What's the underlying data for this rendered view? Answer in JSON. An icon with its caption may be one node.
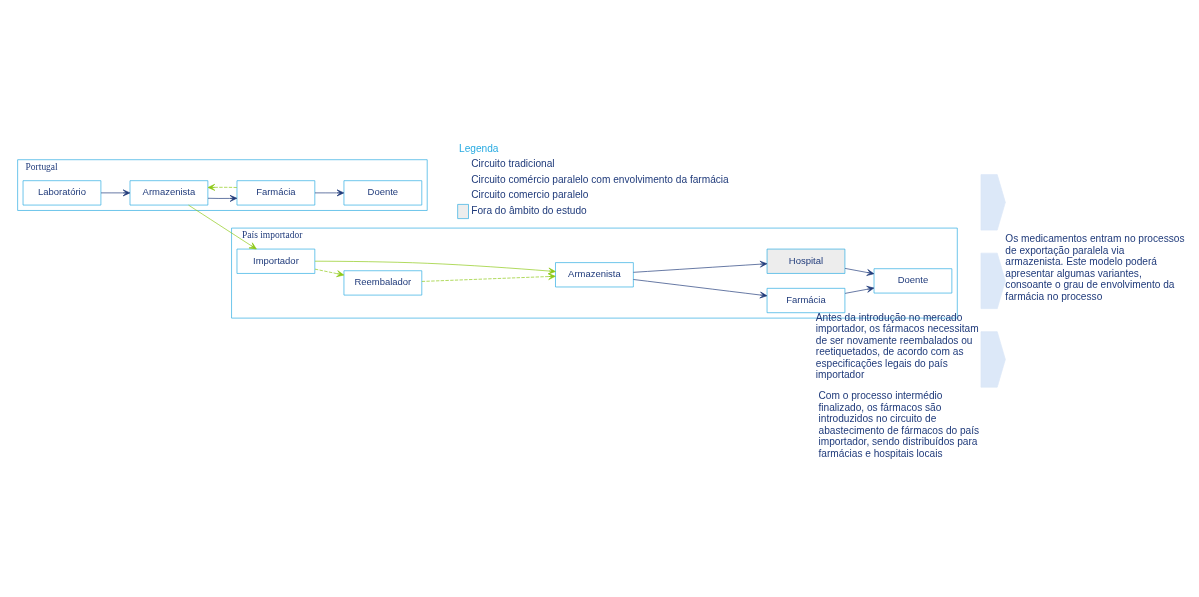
{
  "diagram": {
    "nodes": [
      {
        "text": [
          "Portugal"
        ]
      },
      {
        "text": [
          "Laboratório"
        ],
        "in": 0
      },
      {
        "text": [
          "Armazenista"
        ],
        "in": 0
      },
      {
        "text": [
          "Farmácia"
        ],
        "in": 0
      },
      {
        "text": [
          "Doente"
        ],
        "in": 0
      },
      {
        "text": [
          "País importador"
        ]
      },
      {
        "text": [
          "Importador"
        ],
        "in": 5
      },
      {
        "text": [
          "Reembalador"
        ],
        "in": 5
      },
      {
        "text": [
          "Armazenista"
        ],
        "in": 5
      },
      {
        "text": [
          "Farmácia"
        ],
        "in": 5
      },
      {
        "text": [
          "Hospital"
        ],
        "in": 5
      },
      {
        "text": [
          "Doente"
        ],
        "in": 5
      },
      {
        "text": [],
        "shape": "chevron",
        "beside": [
          "Os medicamentos entram no processos de exportação paralela via armazenista. Este modelo poderá apresentar algumas variantes, consoante o grau de envolvimento da farmácia no processo"
        ]
      },
      {
        "text": [],
        "shape": "chevron",
        "beside": [
          "Antes da introdução no mercado importador, os fármacos necessitam de ser novamente reembalados ou reetiquetados, de acordo com as especificações legais do país importador"
        ]
      },
      {
        "text": [],
        "shape": "chevron",
        "beside": [
          "Com o processo intermédio finalizado, os fármacos são introduzidos no circuito de abastecimento de fármacos do país importador, sendo distribuídos para farmácias e hospitais locais"
        ]
      }
    ],
    "edges": [
      {
        "from": 1,
        "to": 2,
        "arrow": "to"
      },
      {
        "from": 2,
        "to": 3,
        "arrow": "to"
      },
      {
        "from": 3,
        "to": 4,
        "arrow": "to"
      },
      {
        "from": 3,
        "to": 2,
        "arrow": "to",
        "style": "dashed",
        "color": "#8cc814"
      },
      {
        "from": 2,
        "to": 6,
        "arrow": "to",
        "color": "#8cc814"
      },
      {
        "from": 6,
        "to": 7,
        "arrow": "to",
        "style": "dashed",
        "color": "#8cc814"
      },
      {
        "from": 6,
        "to": 8,
        "arrow": "to",
        "color": "#8cc814"
      },
      {
        "from": 7,
        "to": 8,
        "arrow": "to",
        "style": "dashed",
        "color": "#8cc814"
      },
      {
        "from": 8,
        "to": 9,
        "arrow": "to"
      },
      {
        "from": 8,
        "to": 10,
        "arrow": "to"
      },
      {
        "from": 9,
        "to": 11,
        "arrow": "to"
      },
      {
        "from": 10,
        "to": 11,
        "arrow": "to"
      }
    ],
    "labels": [
      "Legenda"
    ],
    "legend": [
      {
        "text": "Circuito tradicional"
      },
      {
        "text": "Circuito comércio paralelo com envolvimento da farmácia"
      },
      {
        "text": "Circuito comercio paralelo"
      },
      {
        "text": "Fora do âmbito do estudo",
        "color": "#ededed"
      }
    ]
  }
}
